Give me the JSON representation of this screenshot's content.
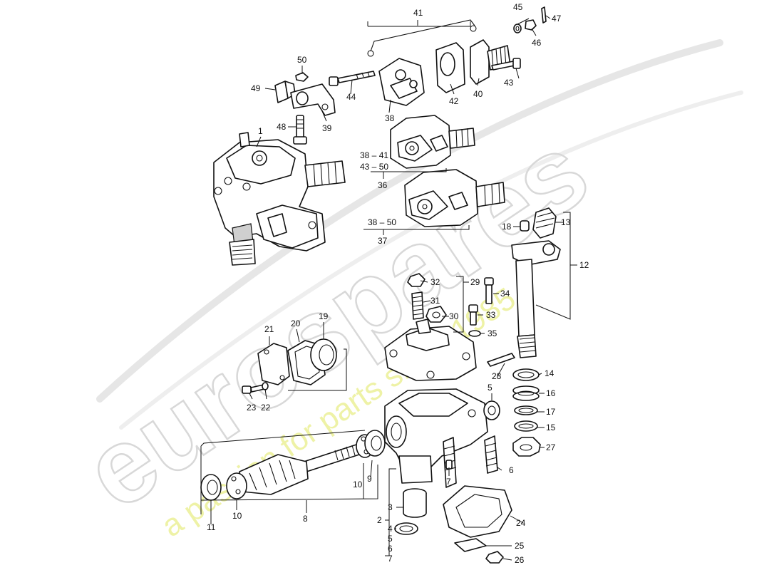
{
  "watermark": {
    "brand": "eurospares",
    "tagline": "a passion for parts since 1985"
  },
  "callouts": [
    "1",
    "2",
    "3",
    "4",
    "5",
    "6",
    "7",
    "8",
    "9",
    "10",
    "11",
    "12",
    "13",
    "14",
    "15",
    "16",
    "17",
    "18",
    "19",
    "20",
    "21",
    "22",
    "23",
    "24",
    "25",
    "26",
    "27",
    "28",
    "29",
    "30",
    "31",
    "32",
    "33",
    "34",
    "35",
    "36",
    "37",
    "38",
    "39",
    "40",
    "41",
    "42",
    "43",
    "44",
    "45",
    "46",
    "47",
    "48",
    "49",
    "50"
  ],
  "group_labels": {
    "g36a": "38 – 41",
    "g36b": "43 – 50",
    "g37": "38 – 50",
    "stack2": [
      "3",
      "4",
      "5",
      "6",
      "7"
    ],
    "n8a": "10",
    "n8b": "10"
  }
}
